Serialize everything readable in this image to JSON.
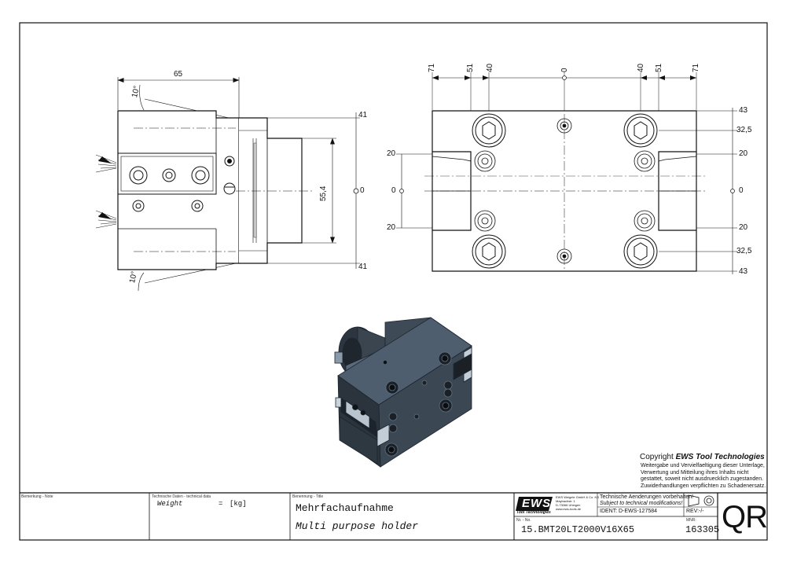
{
  "side_view": {
    "dims": {
      "width_top": "65",
      "angle_top": "10°",
      "angle_bottom": "10°",
      "height": "55,4",
      "right_top": "41",
      "right_zero": "0",
      "right_bottom": "41"
    }
  },
  "front_view": {
    "top_dims": [
      "71",
      "51",
      "40",
      "0",
      "40",
      "51",
      "71"
    ],
    "left_dims": [
      "20",
      "0",
      "20"
    ],
    "right_dims": [
      "43",
      "32,5",
      "20",
      "0",
      "20",
      "32,5",
      "43"
    ]
  },
  "copyright": {
    "prefix": "Copyright ",
    "brand": "EWS Tool Technologies",
    "lines": [
      "Weitergabe und Vervielfaeltigung dieser Unterlage,",
      "Verwertung und Mitteilung ihres Inhalts nicht",
      "gestattet, soweit nicht ausdruecklich zugestanden.",
      "Zuwiderhandlungen verpflichten zu Schadenersatz."
    ]
  },
  "title_block": {
    "remark_label": "Bemerkung - Note",
    "techdata_label": "Technische Daten - technical data",
    "weight_label": "Weight",
    "weight_eq": "=",
    "weight_unit": "[kg]",
    "name_label": "Benennung - Title",
    "title_de": "Mehrfachaufnahme",
    "title_en": "Multi purpose holder",
    "logo_text": "EWS",
    "logo_sub": "Tool Technologies",
    "company_lines": [
      "EWS Weigele GmbH & Co. KG",
      "Maybachstr. 1",
      "D-73066 Uhingen",
      "www.ews-tools.de"
    ],
    "notice_de": "Technische Aenderungen vorbehalten!",
    "notice_en": "Subject to technical modifications!",
    "ident_label": "IDENT:",
    "ident_value": "D-EWS-127584",
    "rev_label": "REV:",
    "rev_value": "-/-",
    "nr_label": "Nr. - No.",
    "part_number": "15.BMT20LT2000V16X65",
    "mnr_label": "MNR:",
    "mnr_value": "163305",
    "qr_label": "QR"
  }
}
